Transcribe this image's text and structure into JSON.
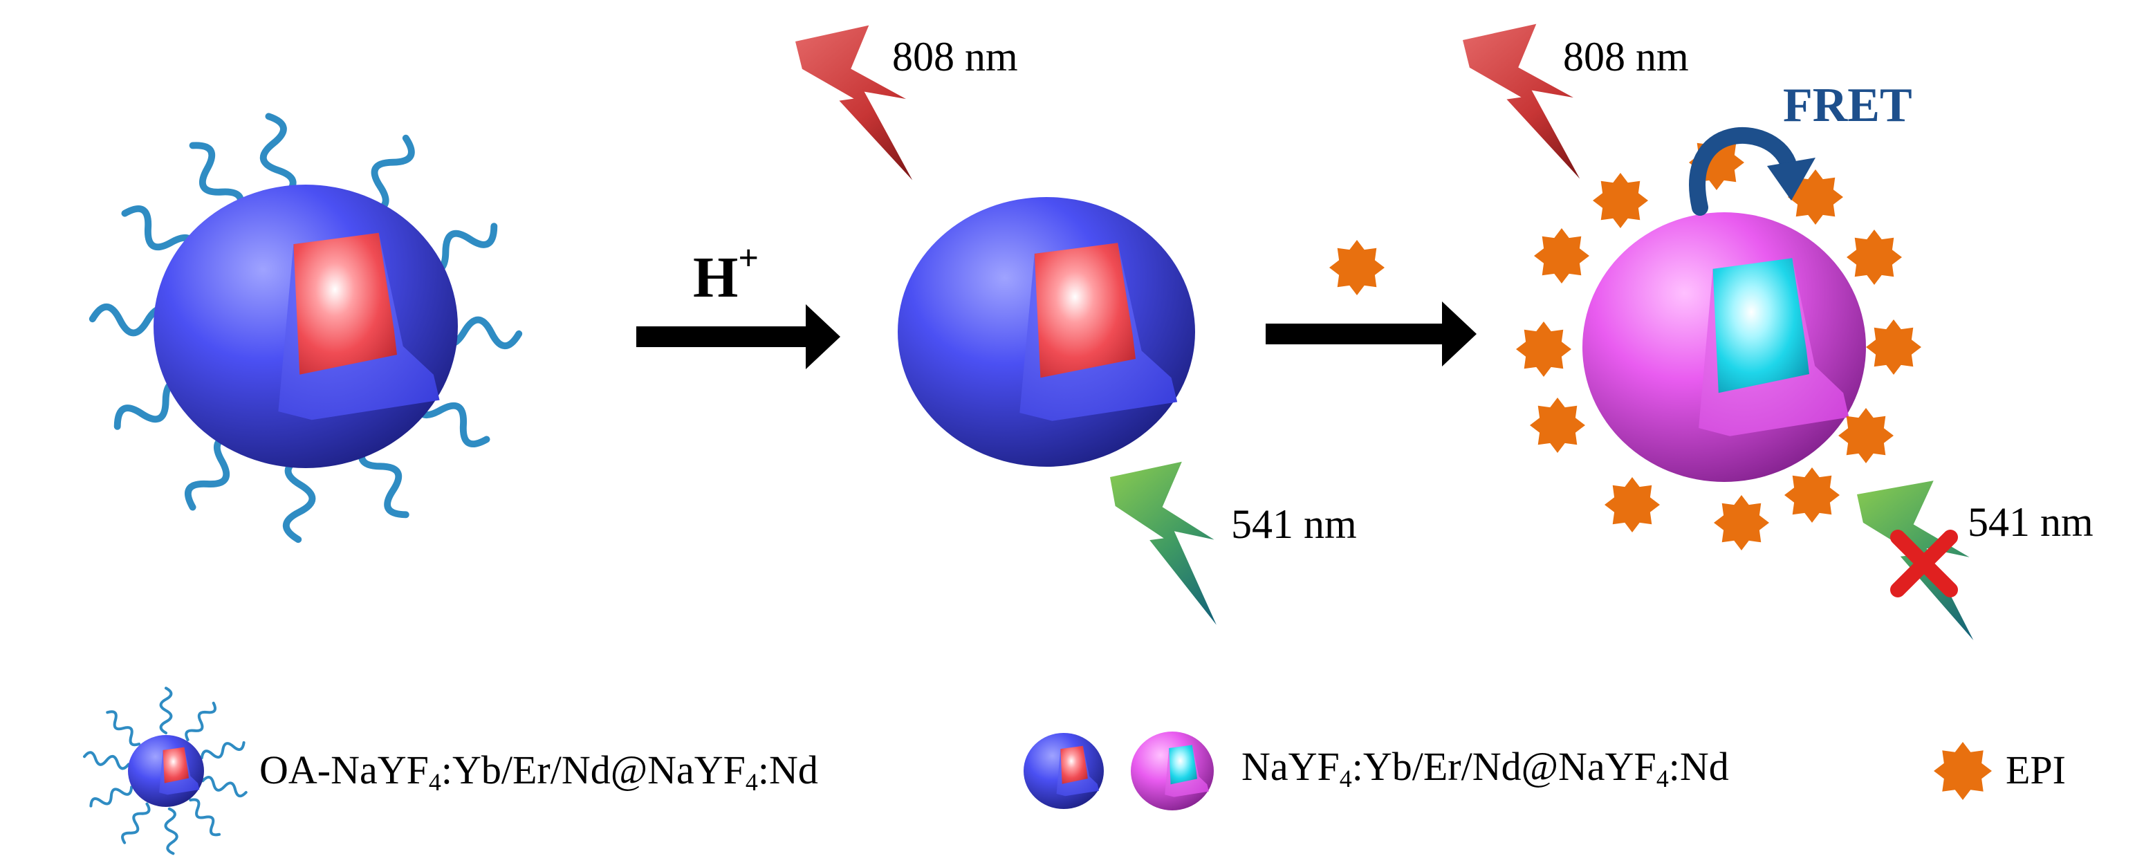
{
  "scheme": {
    "acid_label": "H",
    "acid_charge": "+",
    "fret_label": "FRET",
    "excitation_label_1": "808 nm",
    "excitation_label_2": "808 nm",
    "emission_label_1": "541 nm",
    "emission_label_2": "541 nm"
  },
  "legend": {
    "item1": {
      "pre": "OA-NaYF",
      "s1": "4",
      "mid": ":Yb/Er/Nd@NaYF",
      "s2": "4",
      "post": ":Nd"
    },
    "item2": {
      "pre": "NaYF",
      "s1": "4",
      "mid": ":Yb/Er/Nd@NaYF",
      "s2": "4",
      "post": ":Nd"
    },
    "item3": {
      "text": "EPI"
    }
  },
  "colors": {
    "shell_blue": "#4a4ef2",
    "core_red": "#ef4b52",
    "shell_magenta": "#e558ee",
    "core_cyan": "#22d4e6",
    "ligand": "#2f8cc3",
    "epi": "#e8700f",
    "fret_arrow": "#1d4f8c",
    "laser_red": "#cc3333",
    "laser_green": "#5fae44",
    "cross": "#e02020"
  }
}
